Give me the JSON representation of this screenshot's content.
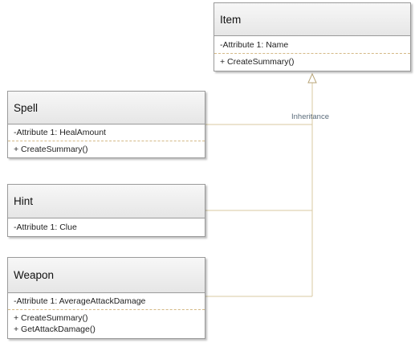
{
  "classes": {
    "item": {
      "name": "Item",
      "attributes": [
        "-Attribute 1: Name"
      ],
      "operations": [
        "+ CreateSummary()"
      ]
    },
    "spell": {
      "name": "Spell",
      "attributes": [
        "-Attribute 1: HealAmount"
      ],
      "operations": [
        "+ CreateSummary()"
      ]
    },
    "hint": {
      "name": "Hint",
      "attributes": [
        "-Attribute 1: Clue"
      ],
      "operations": []
    },
    "weapon": {
      "name": "Weapon",
      "attributes": [
        "-Attribute 1: AverageAttackDamage"
      ],
      "operations": [
        "+ CreateSummary()",
        "+ GetAttackDamage()"
      ]
    }
  },
  "relationship": {
    "label": "Inheritance",
    "line_color": "#d8c9a0",
    "label_color": "#5a6b7a"
  }
}
